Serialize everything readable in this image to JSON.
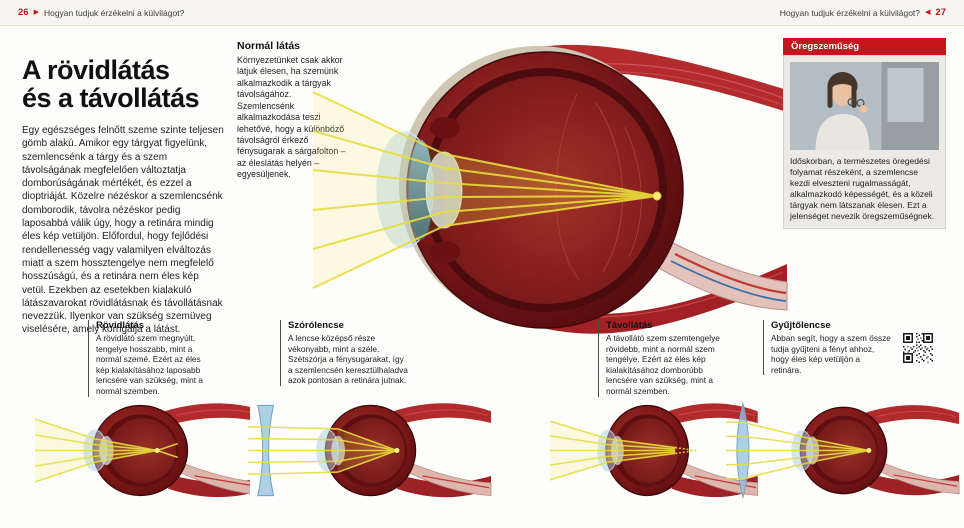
{
  "header": {
    "left_page": "26",
    "right_page": "27",
    "running_title": "Hogyan tudjuk érzékelni a külvilágot?",
    "arrow_right": "▶",
    "arrow_left": "◀"
  },
  "article": {
    "title": "A rövidlátás\nés a távollátás",
    "body": "Egy egészséges felnőtt szeme szinte teljesen gömb alakú. Amikor egy tárgyat figyelünk, szemlencsénk a tárgy és a szem távolságának megfelelően változtatja domborúságának mértékét, és ezzel a dioptriáját. Közelre nézéskor a szemlencsénk domborodik, távolra nézéskor pedig laposabbá válik úgy, hogy a retinára mindig éles kép vetüljön. Előfordul, hogy fejlődési rendellenesség vagy valamilyen elváltozás miatt a szem hossztengelye nem megfelelő hosszúságú, és a retinára nem éles kép vetül. Ezekben az esetekben kialakuló látászavarokat rövidlátásnak és távollátásnak nevezzük. Ilyenkor van szükség szemüveg viselésére, amely korrigálja a látást."
  },
  "normal_vision": {
    "title": "Normál látás",
    "body": "Környezetünket csak akkor látjuk élesen, ha szemünk alkalmazkodik a tárgyak távolságához. Szemlencsénk alkalmazkodása teszi lehetővé, hogy a különböző távolságról érkező fénysugarak a sárgafolton – az éleslátás helyén – egyesüljenek."
  },
  "presbyopia": {
    "title": "Öregszeműség",
    "body": "Időskorban, a természetes öregedési folyamat részeként, a szemlencse kezdi elveszteni rugalmasságát, alkalmazkodó képességét, és a közeli tárgyak nem látszanak élesen. Ezt a jelenséget nevezik öregszeműségnek."
  },
  "diagrams": [
    {
      "title": "Rövidlátás",
      "body": "A rövidlátó szem megnyúlt, tengelye hosszabb, mint a normál szemé. Ezért az éles kép kialakításához laposabb lencsére van szükség, mint a normál szemben."
    },
    {
      "title": "Szórólencse",
      "body": "A lencse középső része vékonyabb, mint a széle. Szétszórja a fénysugarakat, így a szemlencsén keresztülhaladva azok pontosan a retinára jutnak."
    },
    {
      "title": "Távollátás",
      "body": "A távollátó szem szemtengelye rövidebb, mint a normál szem tengelye. Ezért az éles kép kialakításához domborúbb lencsére van szükség, mint a normál szemben."
    },
    {
      "title": "Gyűjtőlencse",
      "body": "Abban segít, hogy a szem össze tudja gyűjteni a fényt ahhoz, hogy éles kép vetüljön a retinára."
    }
  ],
  "colors": {
    "accent_red": "#c4161c",
    "eye_dark_red": "#6e1114",
    "ray_yellow": "#e9dd3c",
    "lens_blue": "#9ec7e0"
  }
}
